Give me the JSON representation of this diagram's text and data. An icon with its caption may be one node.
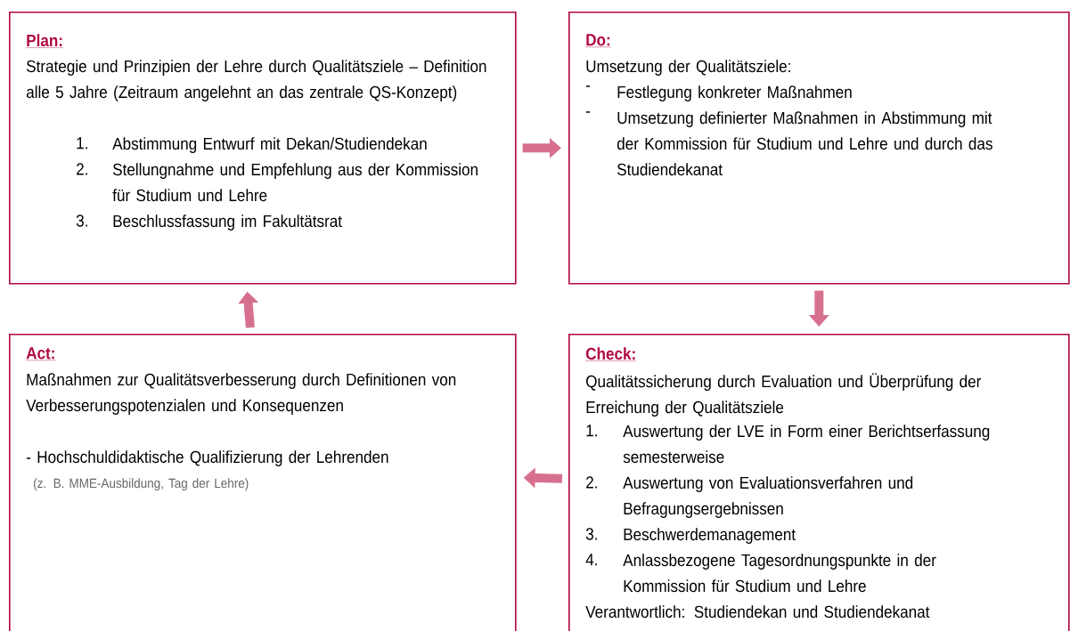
{
  "diagram": {
    "nodes": [
      {
        "text": [
          "Plan:",
          "Strategie und Prinzipien der Lehre durch Qualitätsziele – Definition alle 5 Jahre (Zeitraum angelehnt an das zentrale QS-Konzept)",
          "1.",
          "Abstimmung Entwurf mit Dekan/Studiendekan",
          "2.",
          "Stellungnahme und Empfehlung aus der Kommission für Studium und Lehre",
          "3.",
          "Beschlussfassung im Fakultätsrat"
        ]
      },
      {
        "text": [
          "Do:",
          "Umsetzung der Qualitätsziele:",
          "-",
          "Festlegung konkreter Maßnahmen",
          "-",
          "Umsetzung definierter Maßnahmen in Abstimmung mit der Kommission für Studium und Lehre und durch das Studiendekanat"
        ]
      },
      {
        "text": [
          "Act:",
          "Maßnahmen zur Qualitätsverbesserung durch Definitionen von Verbesserungspotenzialen und Konsequenzen",
          "- Hochschuldidaktische Qualifizierung der Lehrenden",
          "(z. B. MME-Ausbildung, Tag der Lehre)"
        ]
      },
      {
        "text": [
          "Check:",
          "Qualitätssicherung durch Evaluation und Überprüfung der Erreichung der Qualitätsziele",
          "1.",
          "Auswertung der LVE in Form einer Berichtserfassung semesterweise",
          "2.",
          "Auswertung von Evaluationsverfahren und Befragungsergebnissen",
          "3.",
          "Beschwerdemanagement",
          "4.",
          "Anlassbezogene Tagesordnungspunkte in der Kommission für Studium und Lehre",
          "Verantwortlich: Studiendekan und Studiendekanat"
        ]
      }
    ],
    "edges": [
      {
        "from": 0,
        "to": 1,
        "arrow": "to"
      },
      {
        "from": 1,
        "to": 3,
        "arrow": "to"
      },
      {
        "from": 3,
        "to": 2,
        "arrow": "to"
      },
      {
        "from": 2,
        "to": 0,
        "arrow": "to"
      }
    ]
  }
}
